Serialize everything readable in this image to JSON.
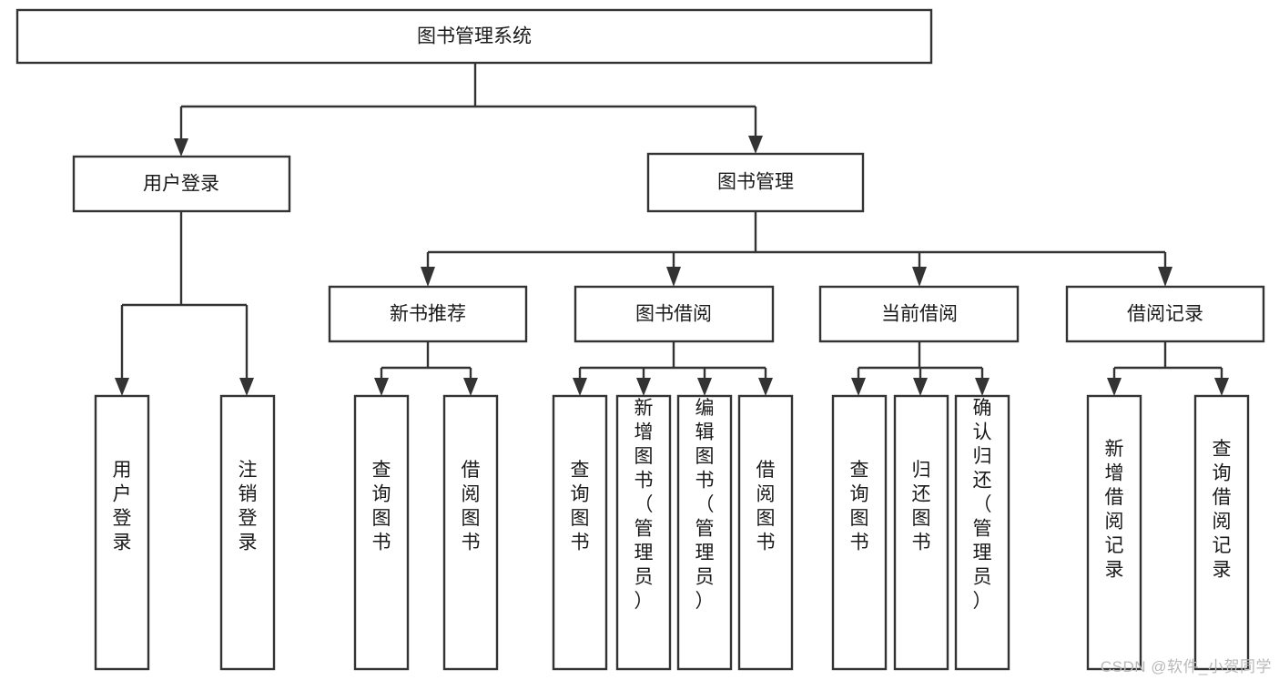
{
  "diagram": {
    "type": "tree-hierarchy-chart",
    "title": "图书管理系统",
    "background_color": "#ffffff",
    "box_stroke_color": "#333333",
    "box_fill_color": "#ffffff",
    "text_color": "#1a1a1a",
    "nodes": {
      "root": "图书管理系统",
      "level2": {
        "user_login": "用户登录",
        "book_management": "图书管理"
      },
      "user_login_children": {
        "login": "用户登录",
        "logout": "注销登录"
      },
      "book_management_children": {
        "new_book_recommend": "新书推荐",
        "book_borrow": "图书借阅",
        "current_borrow": "当前借阅",
        "borrow_record": "借阅记录"
      },
      "new_book_recommend_children": {
        "query_book": "查询图书",
        "borrow_book": "借阅图书"
      },
      "book_borrow_children": {
        "query_book": "查询图书",
        "add_book": "新增图书（管理员）",
        "edit_book": "编辑图书（管理员）",
        "borrow_book": "借阅图书"
      },
      "current_borrow_children": {
        "query_book": "查询图书",
        "return_book": "归还图书",
        "confirm_return": "确认归还（管理员）"
      },
      "borrow_record_children": {
        "add_record": "新增借阅记录",
        "query_record": "查询借阅记录"
      }
    }
  },
  "watermark": {
    "text": "CSDN @软件_小贺同学"
  }
}
